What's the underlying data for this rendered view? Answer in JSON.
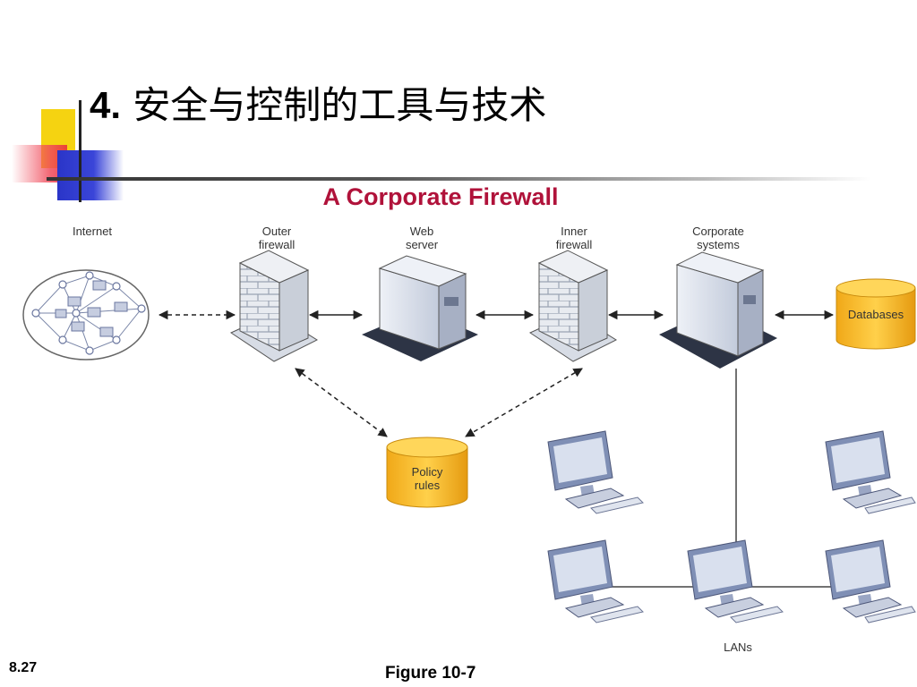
{
  "slide": {
    "title_number": "4.",
    "title_text": "安全与控制的工具与技术",
    "subtitle": "A Corporate Firewall",
    "slide_number": "8.27",
    "figure_caption": "Figure 10-7"
  },
  "diagram": {
    "labels": {
      "internet": "Internet",
      "outer_firewall_1": "Outer",
      "outer_firewall_2": "firewall",
      "web_server_1": "Web",
      "web_server_2": "server",
      "inner_firewall_1": "Inner",
      "inner_firewall_2": "firewall",
      "corporate_1": "Corporate",
      "corporate_2": "systems",
      "databases": "Databases",
      "policy_1": "Policy",
      "policy_2": "rules",
      "lans": "LANs"
    },
    "colors": {
      "title_accent": "#b0123a",
      "cylinder": "#f4b61e",
      "server": "#c9d2e3",
      "monitor": "#7f8fb5"
    }
  }
}
